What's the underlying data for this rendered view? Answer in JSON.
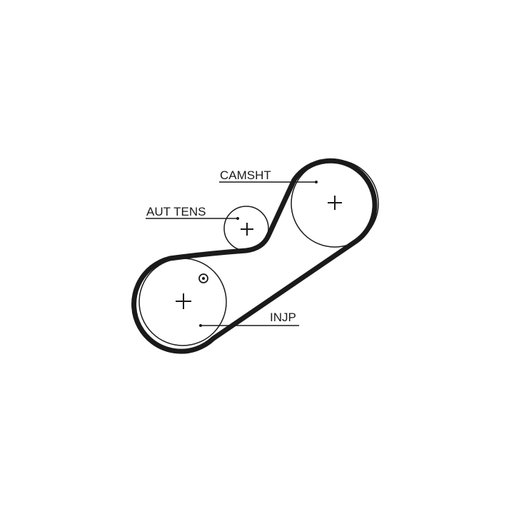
{
  "diagram": {
    "labels": {
      "camshaft": "CAMSHT",
      "tensioner": "AUT TENS",
      "injection_pump": "INJP"
    },
    "colors": {
      "belt": "#1a1a1a",
      "pulley_outline": "#1a1a1a",
      "background": "#ffffff"
    },
    "icons": [
      "plus-icon",
      "timing-mark-icon"
    ]
  }
}
